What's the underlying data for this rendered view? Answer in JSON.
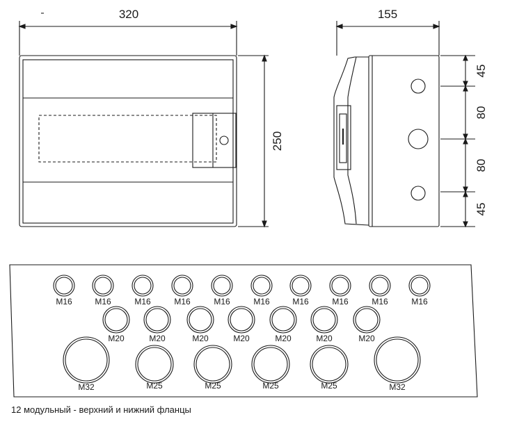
{
  "dimensions": {
    "front_width": "320",
    "front_height": "250",
    "side_depth": "155",
    "side_segments": [
      "45",
      "80",
      "80",
      "45"
    ]
  },
  "flange": {
    "row1": [
      "M16",
      "M16",
      "M16",
      "M16",
      "M16",
      "M16",
      "M16",
      "M16",
      "M16",
      "M16"
    ],
    "row2": [
      "M20",
      "M20",
      "M20",
      "M20",
      "M20",
      "M20",
      "M20"
    ],
    "row3": [
      "M32",
      "M25",
      "M25",
      "M25",
      "M25",
      "M32"
    ]
  },
  "caption": "12 модульный - верхний и нижний фланцы",
  "colors": {
    "line": "#1a1a1a"
  }
}
